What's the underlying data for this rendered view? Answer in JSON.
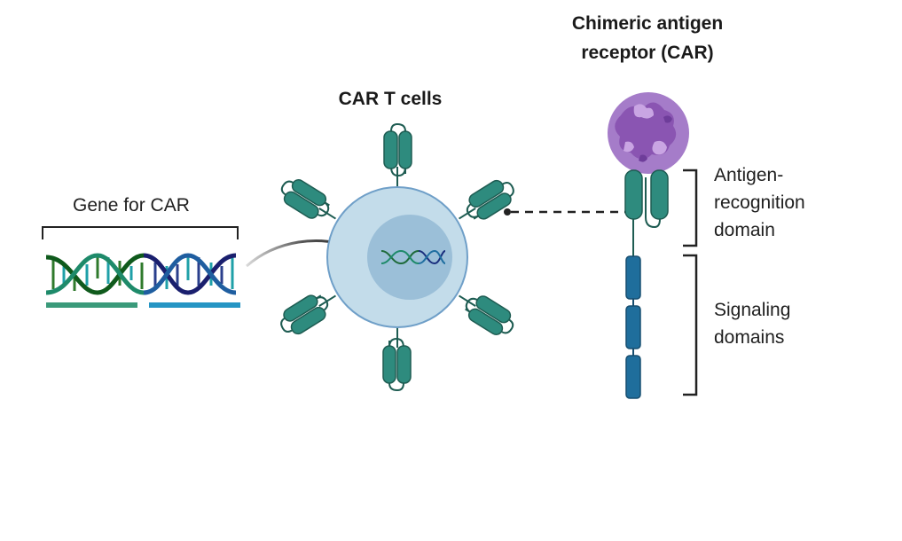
{
  "diagram": {
    "titles": {
      "car_t_cells": "CAR T cells",
      "car_line1": "Chimeric antigen",
      "car_line2": "receptor (CAR)"
    },
    "labels": {
      "gene": "Gene for CAR",
      "antigen_line1": "Antigen-",
      "antigen_line2": "recognition",
      "antigen_line3": "domain",
      "signaling_line1": "Signaling",
      "signaling_line2": "domains"
    },
    "colors": {
      "receptor_teal": "#2e8b7e",
      "receptor_outline": "#1e5c52",
      "signaling_blue": "#1f6e9c",
      "cell_fill": "#c3dcea",
      "cell_outline": "#6f9fc8",
      "nucleus": "#9bbfd8",
      "antigen_purple": "#a57cc9",
      "dna_green": "#2f7d5a",
      "dna_blue": "#1e4a8c",
      "bar_green": "#3a9a7a",
      "bar_blue": "#2595c4"
    }
  }
}
